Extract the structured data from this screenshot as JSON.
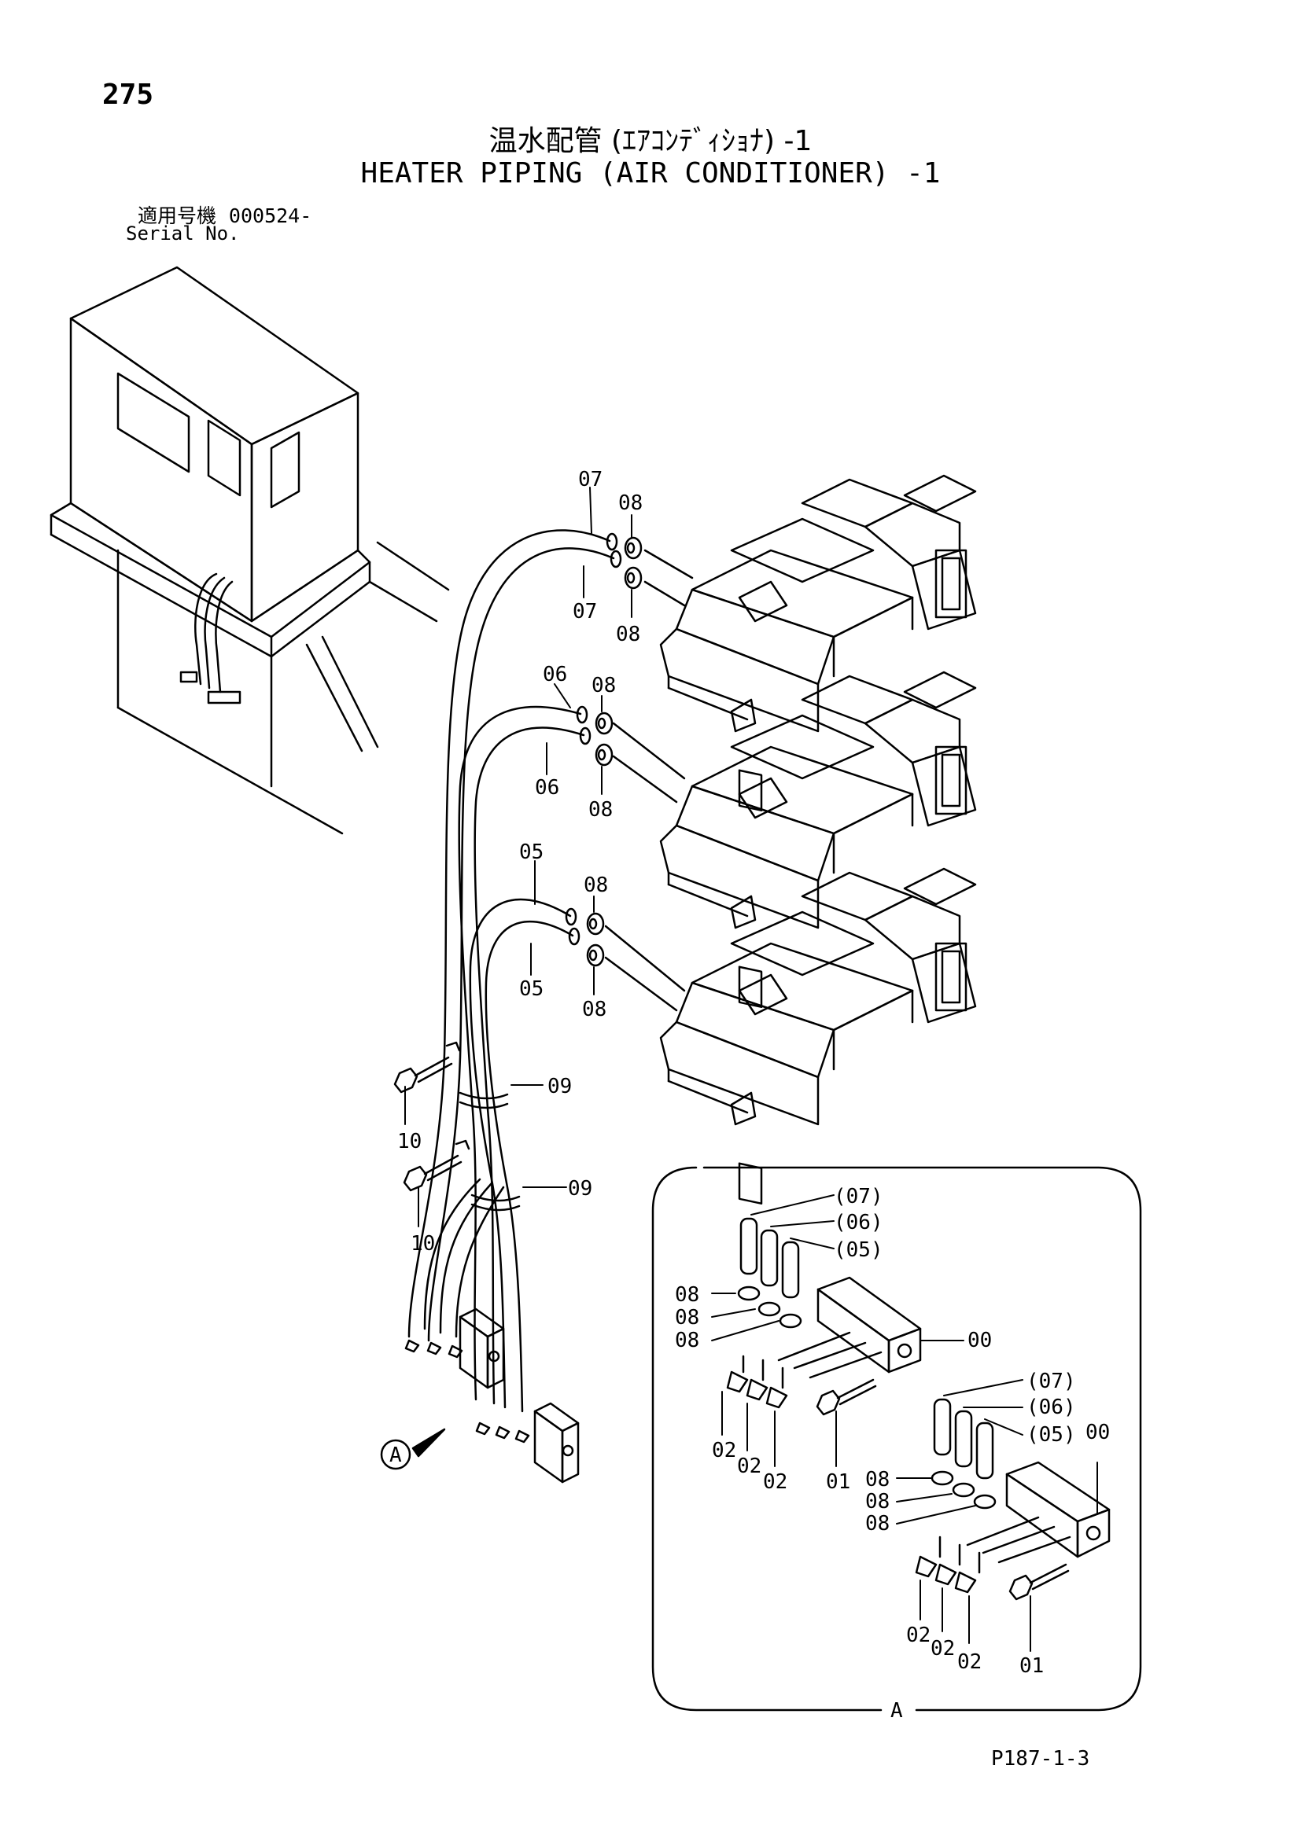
{
  "page_number": "275",
  "title_jp": "温水配管 (ｴｱｺﾝﾃﾞｨｼｮﾅ) -1",
  "title_en": "HEATER PIPING (AIR CONDITIONER) -1",
  "serial_label_jp": "適用号機",
  "serial_value": "000524-",
  "serial_label_en": "Serial No.",
  "drawing_code": "P187-1-3",
  "detail_ref": "A",
  "callouts": {
    "c07a": "07",
    "c07b": "07",
    "c08a": "08",
    "c08b": "08",
    "c06a": "06",
    "c06b": "06",
    "c08c": "08",
    "c08d": "08",
    "c05a": "05",
    "c05b": "05",
    "c08e": "08",
    "c08f": "08",
    "c09a": "09",
    "c09b": "09",
    "c10a": "10",
    "c10b": "10",
    "d07a": "(07)",
    "d06a": "(06)",
    "d05a": "(05)",
    "d08a": "08",
    "d08b": "08",
    "d08c": "08",
    "d00a": "00",
    "d02a": "02",
    "d02b": "02",
    "d02c": "02",
    "d01a": "01",
    "d07b": "(07)",
    "d06b": "(06)",
    "d05b": "(05)",
    "d00b": "00",
    "d08d": "08",
    "d08e": "08",
    "d08f": "08",
    "d02d": "02",
    "d02e": "02",
    "d02f": "02",
    "d01b": "01"
  }
}
